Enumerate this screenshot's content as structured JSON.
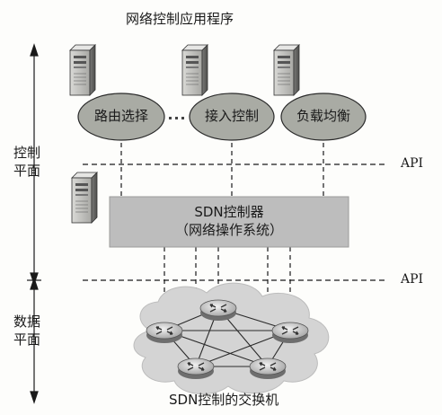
{
  "title": "网络控制应用程序",
  "planes": {
    "control": [
      "控制",
      "平面"
    ],
    "data": [
      "数据",
      "平面"
    ]
  },
  "api_labels": [
    "API",
    "API"
  ],
  "applications": [
    {
      "label": "路由选择"
    },
    {
      "label": "接入控制"
    },
    {
      "label": "负载均衡"
    }
  ],
  "controller": {
    "line1": "SDN控制器",
    "line2": "（网络操作系统）"
  },
  "switches_caption": "SDN控制的交换机",
  "colors": {
    "ellipse_fill": "#a9aba4",
    "controller_fill": "#bdbdbd",
    "cloud_fill": "#d4d4d4",
    "server_body": "#c8c8c8",
    "line": "#1a1a1a"
  },
  "icons": [
    "server-icon",
    "switch-icon",
    "cloud-shape",
    "arrow-icon"
  ]
}
